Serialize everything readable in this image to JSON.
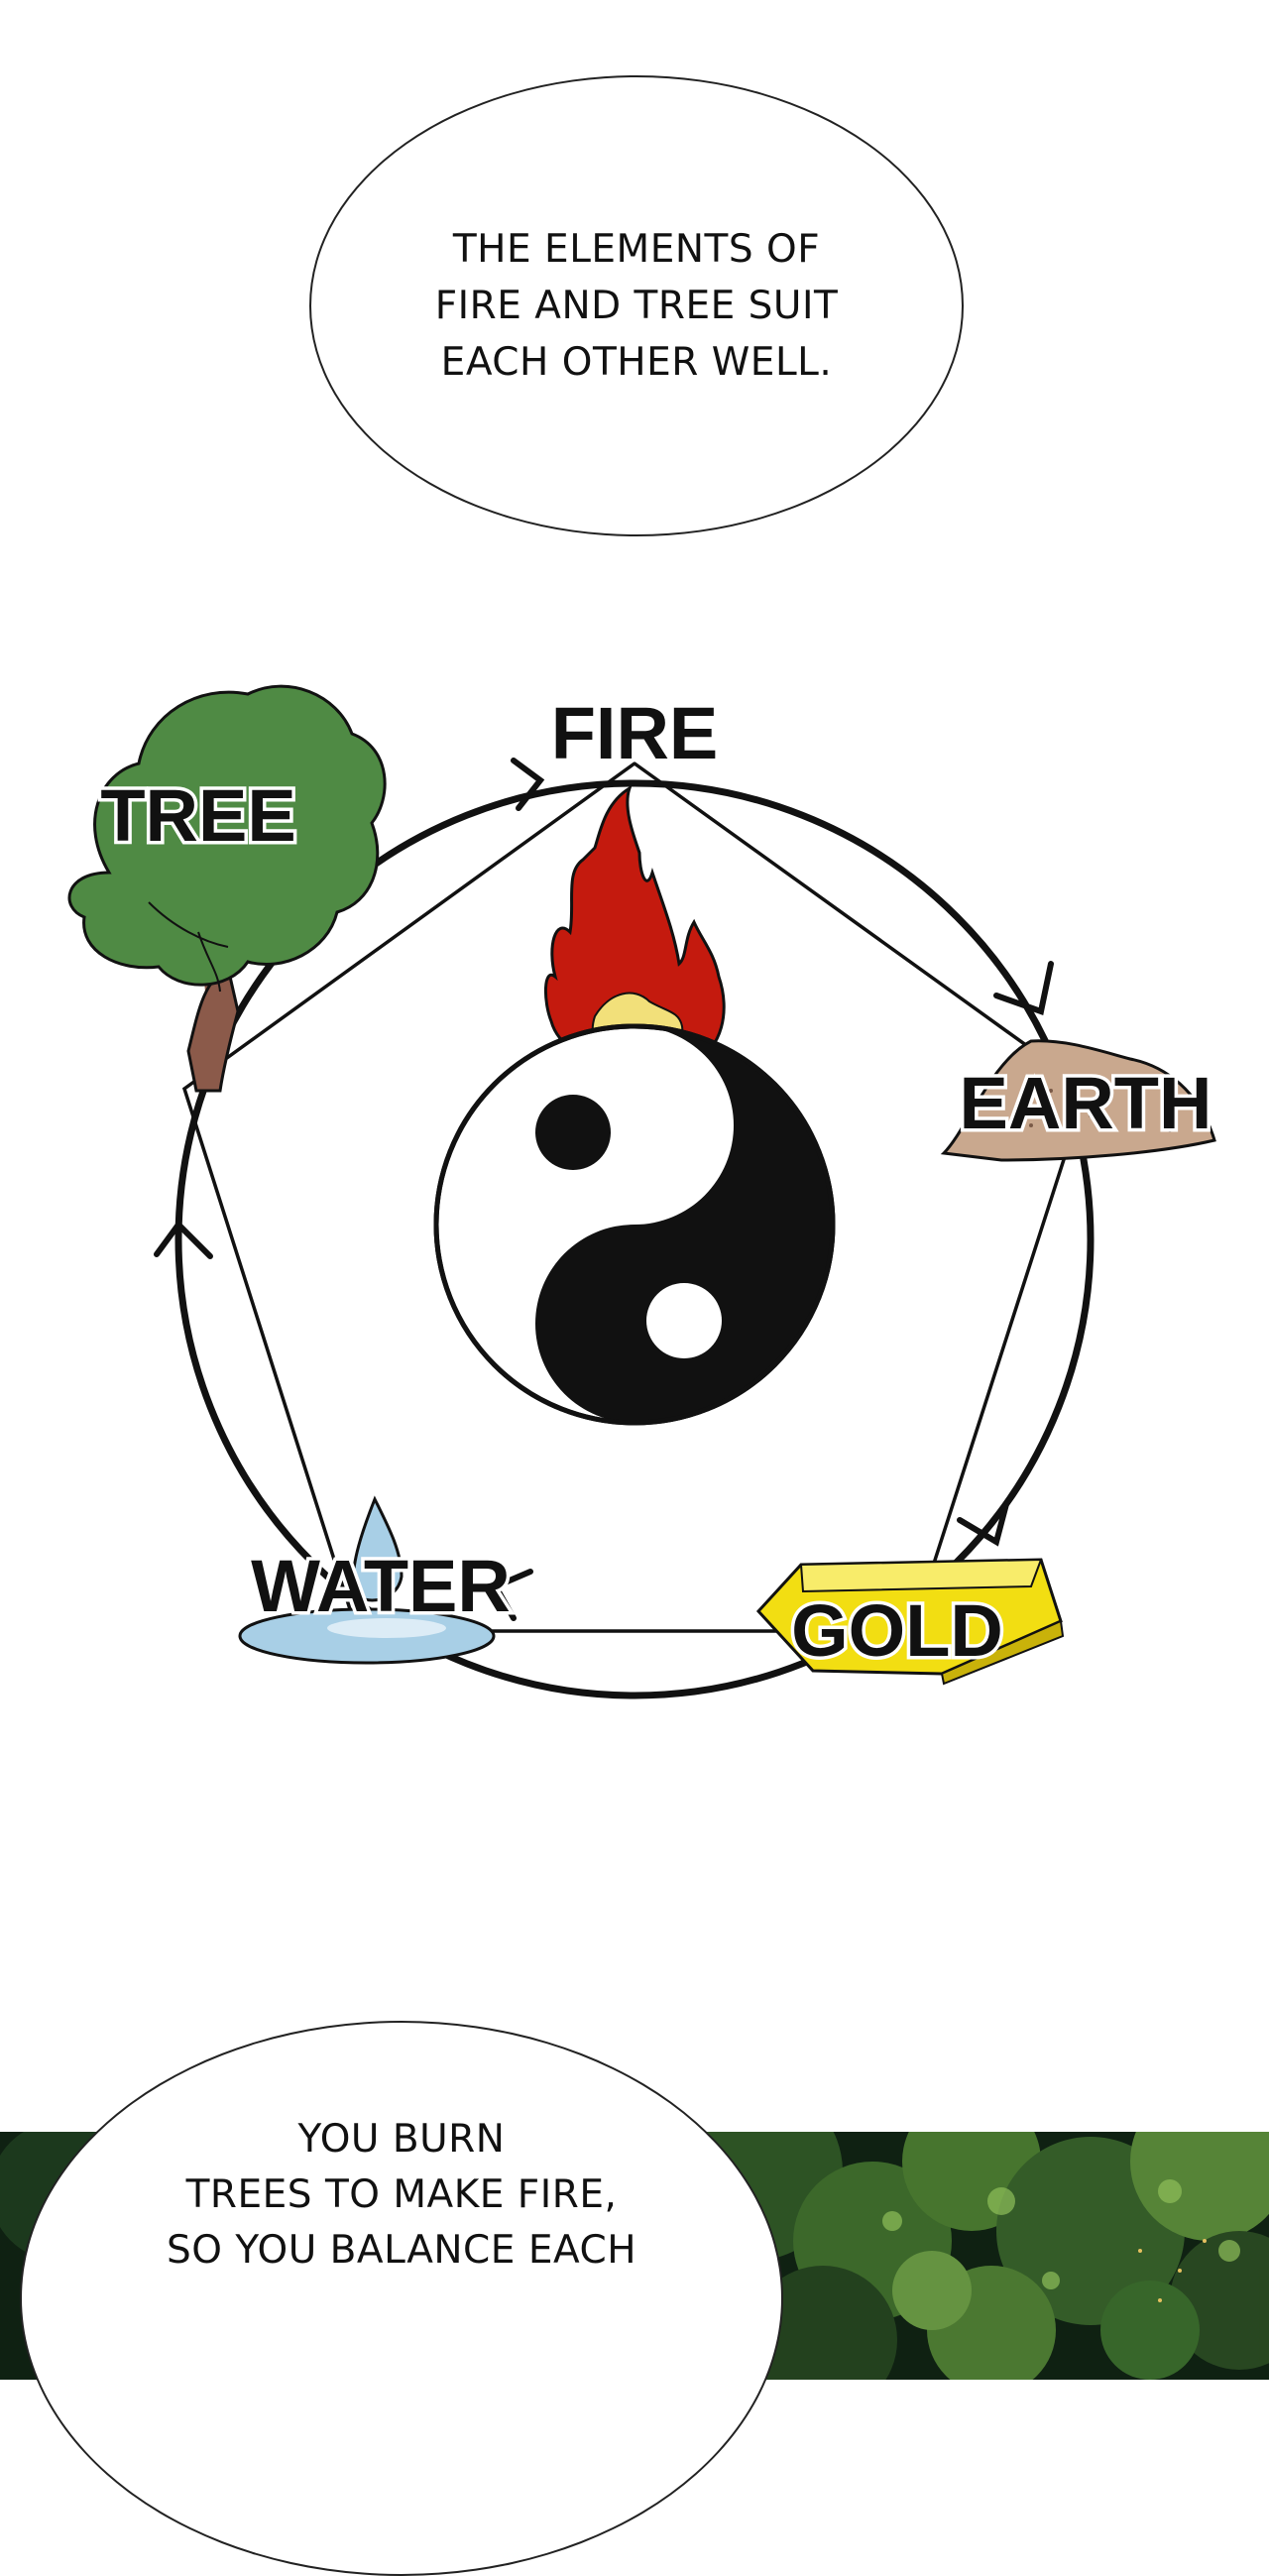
{
  "bubble_top": {
    "lines": [
      "THE ELEMENTS OF",
      "FIRE AND TREE SUIT",
      "EACH OTHER WELL."
    ]
  },
  "diagram": {
    "labels": {
      "fire": "FIRE",
      "earth": "EARTH",
      "gold": "GOLD",
      "water": "WATER",
      "tree": "TREE"
    },
    "center_icon": "yin-yang-icon",
    "icons": [
      "flame-icon",
      "dirt-pile-icon",
      "gold-bar-icon",
      "water-drop-icon",
      "tree-icon"
    ],
    "colors": {
      "fire_dark": "#c41a0e",
      "fire_light": "#f2e07a",
      "earth": "#c9a88e",
      "gold": "#f2de12",
      "water": "#a8cfe6",
      "tree_leaves": "#4f8a44",
      "tree_trunk": "#8b5a4a"
    }
  },
  "bubble_bottom": {
    "lines": [
      "YOU BURN",
      "TREES TO MAKE FIRE,",
      "SO YOU BALANCE EACH"
    ]
  }
}
